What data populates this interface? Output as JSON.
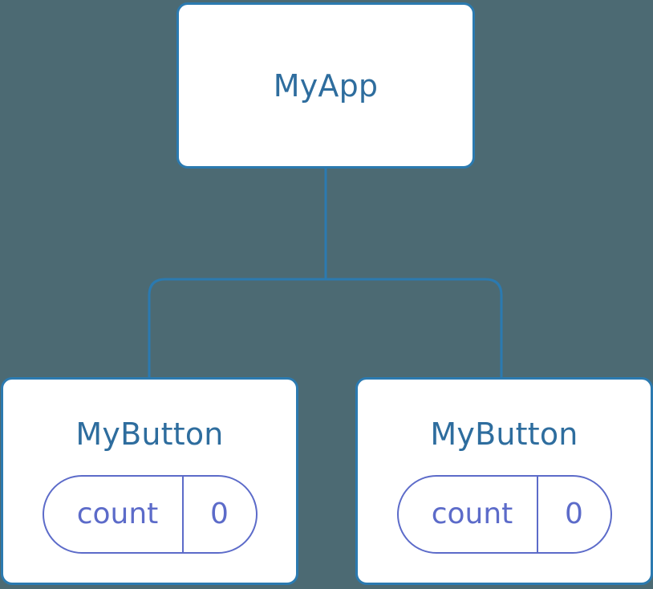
{
  "diagram": {
    "type": "component-tree",
    "background_color": "#4C6A73",
    "node_border_color": "#2B7AB0",
    "node_fill_color": "#FFFFFF",
    "node_title_color": "#2E6D9E",
    "state_pill_color": "#5C6BC9",
    "connector_color": "#2B7AB0"
  },
  "root": {
    "title": "MyApp"
  },
  "children": [
    {
      "title": "MyButton",
      "state": {
        "key": "count",
        "value": "0"
      }
    },
    {
      "title": "MyButton",
      "state": {
        "key": "count",
        "value": "0"
      }
    }
  ]
}
